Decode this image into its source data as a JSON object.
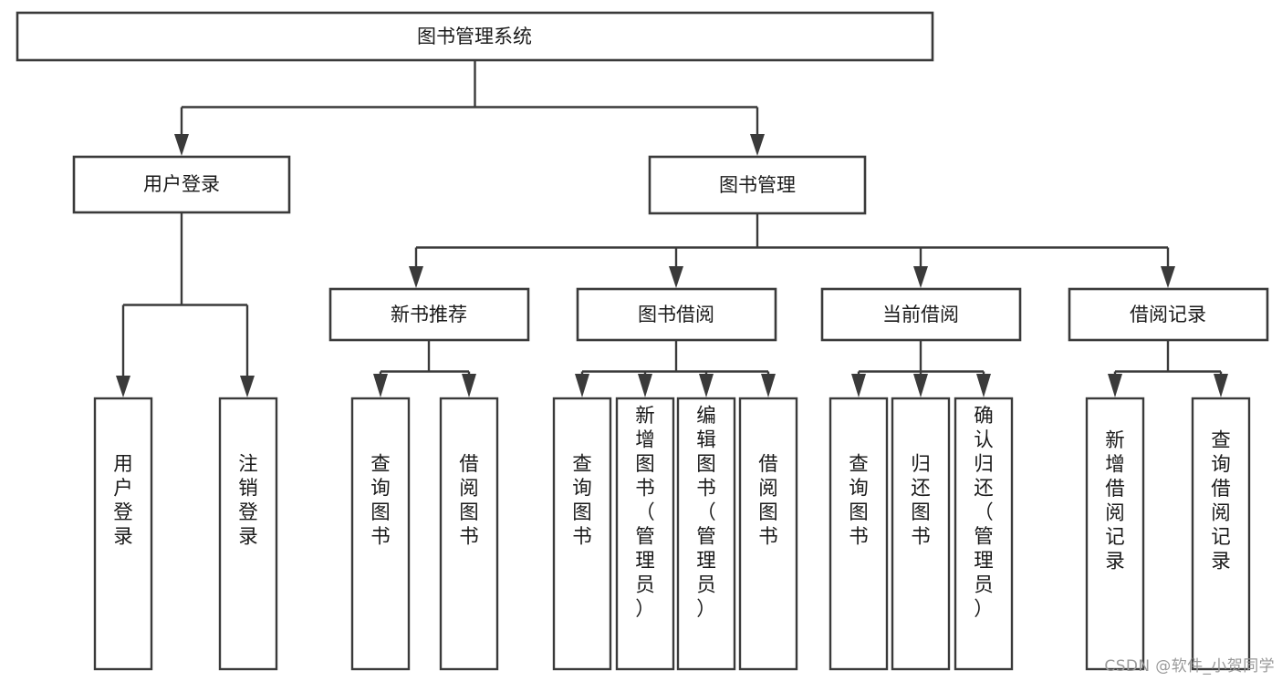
{
  "diagram": {
    "title": "图书管理系统",
    "type": "tree-hierarchy-chart",
    "colors": {
      "stroke": "#3a3a3a",
      "fill": "#ffffff",
      "text": "#1a1a1a",
      "watermark": "#9a9a9a"
    },
    "root": {
      "label": "图书管理系统"
    },
    "level2": [
      {
        "label": "用户登录"
      },
      {
        "label": "图书管理"
      }
    ],
    "level3": [
      {
        "label": "新书推荐"
      },
      {
        "label": "图书借阅"
      },
      {
        "label": "当前借阅"
      },
      {
        "label": "借阅记录"
      }
    ],
    "leaves": {
      "user_login": [
        {
          "label": "用户登录"
        },
        {
          "label": "注销登录"
        }
      ],
      "new_book_recommend": [
        {
          "label": "查询图书"
        },
        {
          "label": "借阅图书"
        }
      ],
      "book_borrow": [
        {
          "label": "查询图书"
        },
        {
          "label": "新增图书（管理员）"
        },
        {
          "label": "编辑图书（管理员）"
        },
        {
          "label": "借阅图书"
        }
      ],
      "current_borrow": [
        {
          "label": "查询图书"
        },
        {
          "label": "归还图书"
        },
        {
          "label": "确认归还（管理员）"
        }
      ],
      "borrow_record": [
        {
          "label": "新增借阅记录"
        },
        {
          "label": "查询借阅记录"
        }
      ]
    }
  },
  "watermark": {
    "text": "CSDN @软件_小贺同学"
  }
}
